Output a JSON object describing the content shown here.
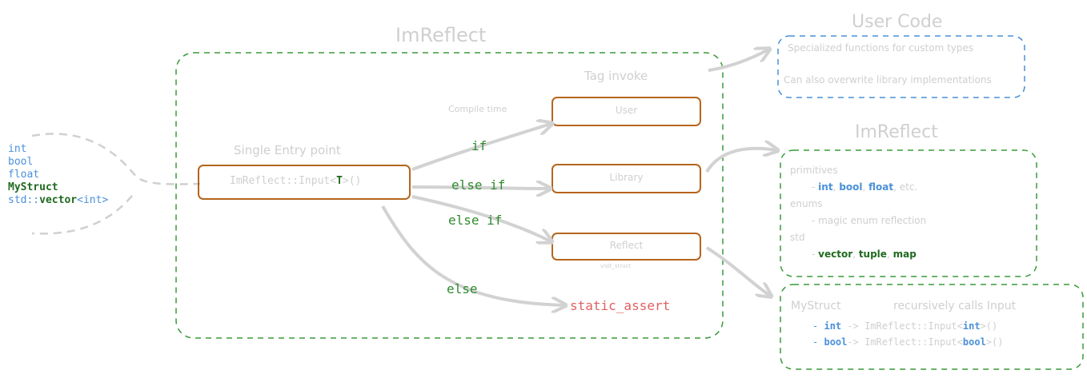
{
  "title": "ImReflect",
  "inputs": {
    "types": [
      "int",
      "bool",
      "float",
      "MyStruct"
    ],
    "vector_prefix": "std::",
    "vector_name": "vector",
    "vector_lt": "<",
    "vector_arg": "int",
    "vector_gt": ">"
  },
  "entry": {
    "label": "Single Entry point",
    "func_prefix": "ImReflect::Input<",
    "func_type": "T",
    "func_suffix": ">()"
  },
  "dispatch": {
    "tag_invoke_label": "Tag invoke",
    "compile_time_label": "Compile time",
    "branches": {
      "user": {
        "condition": "if",
        "box_label": "User"
      },
      "library": {
        "condition": "else if",
        "box_label": "Library"
      },
      "reflect": {
        "condition": "else if",
        "box_label": "Reflect",
        "sublabel": "visit_struct"
      },
      "fallback": {
        "condition": "else",
        "target": "static_assert"
      }
    }
  },
  "user_code": {
    "title": "User Code",
    "lines": [
      "Specialized functions for custom types",
      "Can also overwrite library implementations"
    ]
  },
  "library_panel": {
    "title": "ImReflect",
    "primitives_heading": "primitives",
    "primitives": [
      "int",
      "bool",
      "float"
    ],
    "primitives_tail": "etc.",
    "sep": ",",
    "dash": "-",
    "enums_heading": "enums",
    "enums_line": "- magic enum reflection",
    "std_heading": "std",
    "std_types": [
      "vector",
      "tuple",
      "map"
    ]
  },
  "reflect_panel": {
    "struct_name": "MyStruct",
    "note": "recursively calls Input",
    "dash": "-",
    "members": [
      {
        "type": "int",
        "arrow": " -> ",
        "call_prefix": "ImReflect::Input<",
        "call_type": "int",
        "call_suffix": ">()"
      },
      {
        "type": "bool",
        "arrow": "-> ",
        "call_prefix": "ImReflect::Input<",
        "call_type": "bool",
        "call_suffix": ">()"
      }
    ]
  },
  "colors": {
    "green_dash": "#3a9a3a",
    "blue_dash": "#4a90d9",
    "brown": "#b5651d",
    "arrow_gray": "#d2d2d2",
    "green_text": "#2f8a2f",
    "blue_text": "#4a90d9",
    "red_text": "#e06060",
    "light_text": "#cfcfcf"
  }
}
